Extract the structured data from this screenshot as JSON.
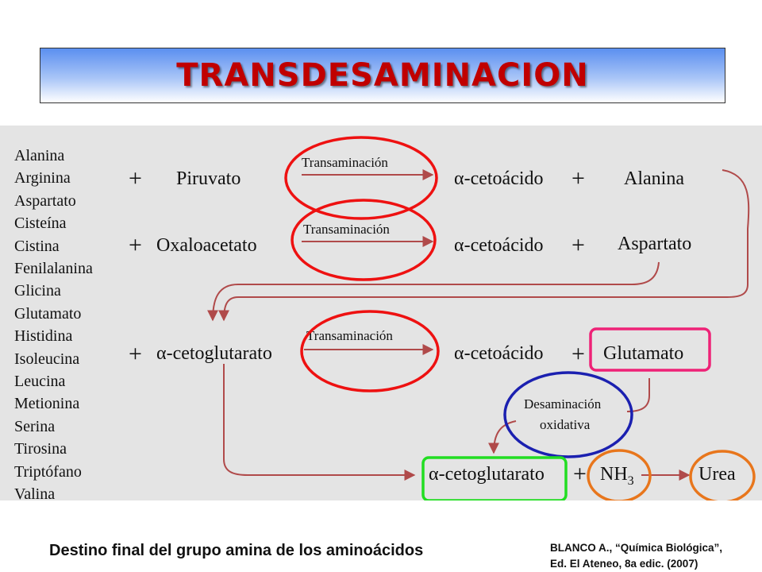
{
  "title": "TRANSDESAMINACION",
  "amino_acids": [
    "Alanina",
    "Arginina",
    "Aspartato",
    "Cisteína",
    "Cistina",
    "Fenilalanina",
    "Glicina",
    "Glutamato",
    "Histidina",
    "Isoleucina",
    "Leucina",
    "Metionina",
    "Serina",
    "Tirosina",
    "Triptófano",
    "Valina"
  ],
  "reactions": {
    "plus": "+",
    "piruvato": "Piruvato",
    "oxaloacetato": "Oxaloacetato",
    "cetoglutarato": "α-cetoglutarato",
    "transaminacion": "Transaminación",
    "cetoacido": "α-cetoácido",
    "alanina": "Alanina",
    "aspartato": "Aspartato",
    "glutamato": "Glutamato",
    "desaminacion_1": "Desaminación",
    "desaminacion_2": "oxidativa",
    "nh3": "NH",
    "nh3_sub": "3",
    "urea": "Urea"
  },
  "colors": {
    "red_circle": "#ee1111",
    "pink_box": "#ee2277",
    "blue_circle": "#1b20b0",
    "green_box": "#22dd22",
    "orange_circle": "#e8761c",
    "arrow": "#b04a4a"
  },
  "caption": "Destino final del grupo amina de los aminoácidos",
  "reference": {
    "line1": "BLANCO A., “Química Biológica”,",
    "line2": "Ed. El Ateneo, 8a edic. (2007)"
  }
}
